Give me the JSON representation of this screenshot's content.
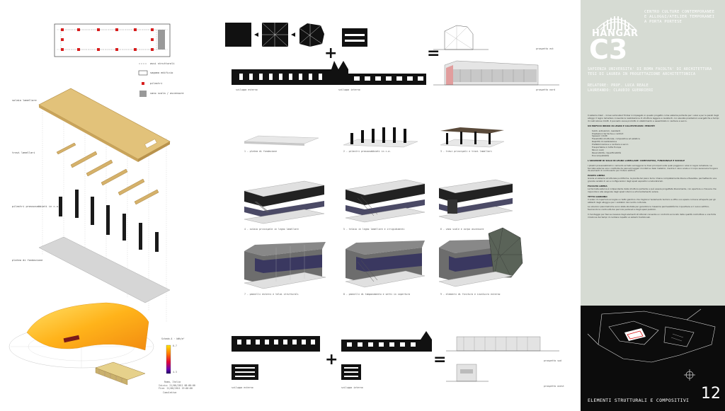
{
  "legend": {
    "items": [
      "assi strutturali",
      "sagoma edificio",
      "pilastri",
      "vano scala / ascensore"
    ]
  },
  "exploded_labels": [
    "solaio lamellare",
    "travi lamellari",
    "pilastri prassosabbiati in c.a.",
    "platea di fondazione"
  ],
  "solar": {
    "scale_title": "Scheda A · kWh/m²",
    "scale_max": "6.7",
    "scale_min": "4.3",
    "location": "Roma, Italia",
    "date_line_1": "Inizio: 21/06/2011 08:00:00",
    "date_line_2": "Fine: 21/06/2011 19:00:00",
    "calc_label": "Cumulativa"
  },
  "top_labels": {
    "prospetto_est": "prospetto est",
    "prospetto_nord": "prospetto nord",
    "sviluppo_esterno": "sviluppo esterno",
    "sviluppo_interno": "sviluppo interno"
  },
  "bottom_labels": {
    "prospetto_sud": "prospetto sud",
    "prospetto_ovest": "prospetto ovest",
    "sviluppo_esterno": "sviluppo esterno",
    "sviluppo_interno": "sviluppo interno"
  },
  "operators": {
    "plus": "+",
    "equals": "="
  },
  "steps": [
    "1 - platea di fondazione",
    "2 - pilastri prassosabbiati in c.a.",
    "3 - travi principali e travi lamellari",
    "4 - solaio principale in legno lamellare",
    "5 - telaio in legno lamellare e irrigidimenti",
    "6 - vano scale e corpo ascensore",
    "7 - pannelli esterni e telai strutturali",
    "8 - pannelli di tamponamento e setti in copertura",
    "9 - elementi di finitura e involucro esterno"
  ],
  "sidebar": {
    "logo_top": "HANGAR",
    "logo_big": "C3",
    "subtitle_lines": [
      "CENTRO CULTURE CONTEMPORANEE",
      "E ALLOGGI/ATELIER TEMPORANEI",
      "A PORTA PORTESE"
    ],
    "university_lines": [
      "SAPIENZA UNIVERSITA' DI ROMA FACOLTA' DI ARCHITETTURA",
      "TESI DI LAUREA IN PROGETTAZIONE ARCHITETTONICA"
    ],
    "people_lines": [
      "RELATORE: PROF. LUCA REALE",
      "LAUREANDO: CLAUDIO GUERRIERI"
    ],
    "para_1": "Il sistema Xlam – Cross Laminated Timber è impiegato in questo progetto come sistema portante per i solai e per le pareti degli alloggi. Il legno lamellare consente la realizzazione di strutture leggere e resistenti, con elevate prestazioni energetiche e tempi di costruzione ridotti. Il pannello viene prodotto in stabilimento e assemblato in cantiere a secco.",
    "heading_1": "UN EDIFICIO IBRIDO IN LEGNO E CALCESTRUZZO: PERCHÉ?",
    "bullets": [
      "Solidi, antisismici, resistenti",
      "Prestazioni termiche e comfort",
      "Spessori ridotti",
      "Flessibilità strutturale, compositiva ed estetica",
      "Rapidità di realizzazione",
      "Prefabbricazione e cantiere a secco",
      "Trasportabile in tutta Europa",
      "Minori costi",
      "Reversibilità, riqualificabilità",
      "Ecocompatibilità"
    ],
    "heading_2": "L'ADOZIONE DI SOLAI IN LEGNO LAMELLARE: COMPOSITIVA, FUNZIONALE E SOCIALE",
    "para_2": "I pilastri prassosabbiati in cemento armato sorreggono le travi principali sulle quali poggiano i solai in legno lamellare. Le facciate esterne sono costituite da pannelli leggeri montati su telai metallici, mentre il vano scala e il corpo ascensore fungono da elementi di controvento per l'intero edificio.",
    "heading_3": "PIANTA LIBERA",
    "para_3": "Grazie al sistema strutturale puntiforme, la pianta del piano terra rimane completamente libera e flessibile, permettendo una grande varietà di usi e configurazioni degli spazi espositivi e laboratoriali.",
    "heading_4": "FACCIATA LIBERA",
    "para_4": "La facciata esterna è indipendente dalla struttura portante e può essere progettata liberamente, con aperture e chiusure che rispondono alle esigenze degli spazi interni e all'orientamento solare.",
    "heading_5": "TETTO GIARDINO",
    "para_5": "Il solaio di copertura accoglie un tetto giardino che migliora l'isolamento termico e offre uno spazio comune all'aperto per gli abitanti degli alloggi e per i visitatori del centro culturale.",
    "para_6": "Le soluzioni planimetriche sono state studiate per garantire la massima permeabilità tra il quartiere e il nuovo edificio, favorendo la continuità dei percorsi pedonali e degli spazi pubblici.",
    "para_7": "Il montaggio per fasi successive degli elementi strutturali consente un controllo accurato della qualità costruttiva e una forte riduzione dei tempi di cantiere rispetto ai sistemi tradizionali.",
    "page_number": "12",
    "footer_title": "ELEMENTI STRUTTURALI E COMPOSITIVI"
  }
}
